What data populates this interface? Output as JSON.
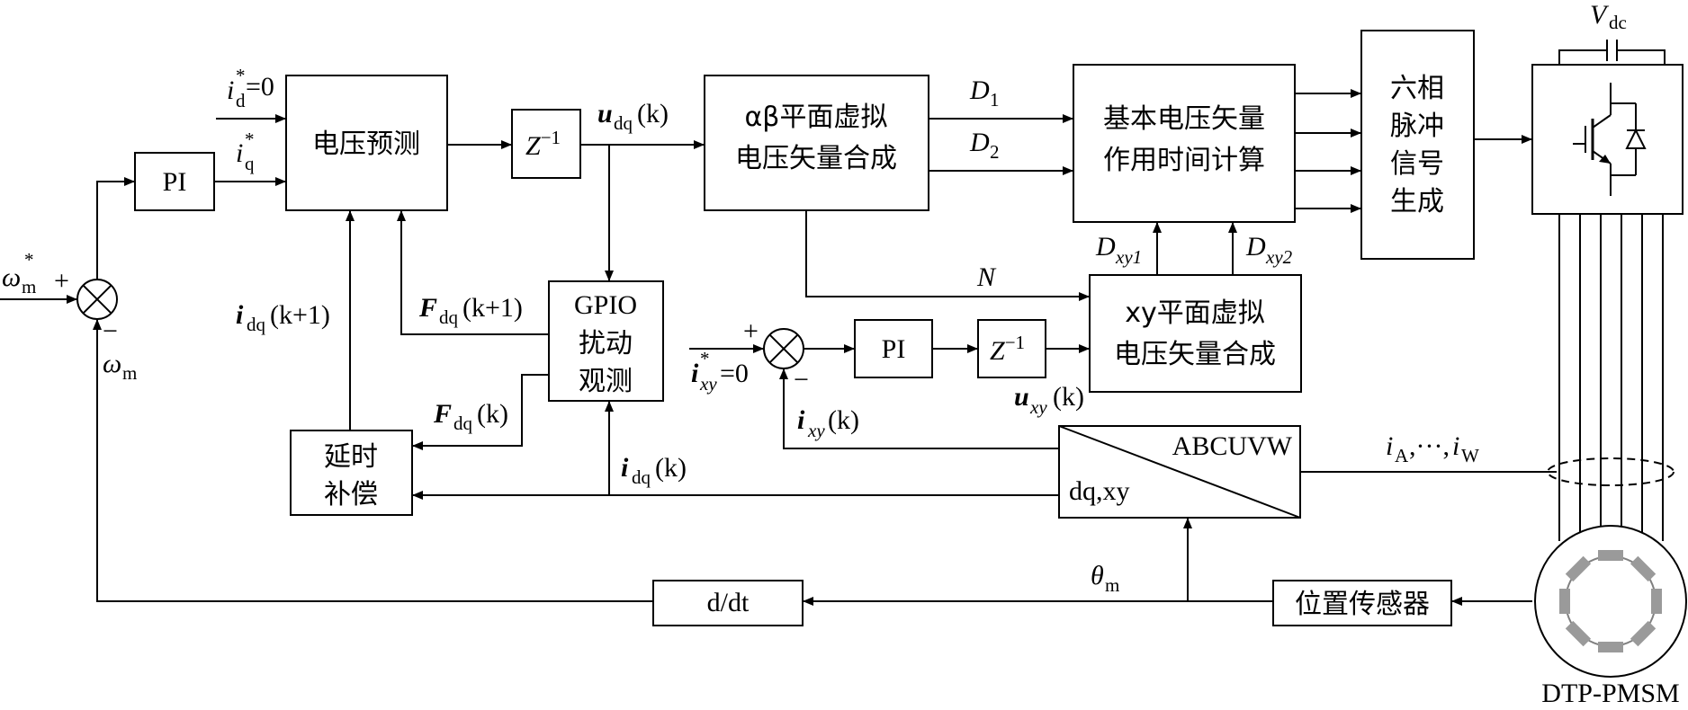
{
  "blocks": {
    "pi_speed": "PI",
    "voltage_prediction": "电压预测",
    "delay_z": "Z",
    "delay_z_exp": "−1",
    "ab_synthesis": [
      "αβ平面虚拟",
      "电压矢量合成"
    ],
    "base_time_calc": [
      "基本电压矢量",
      "作用时间计算"
    ],
    "pulse_gen": [
      "六相",
      "脉冲",
      "信号",
      "生成"
    ],
    "gpio": [
      "GPIO",
      "扰动",
      "观测"
    ],
    "delay_comp": [
      "延时",
      "补偿"
    ],
    "pi_xy": "PI",
    "delay_z_xy": "Z",
    "delay_z_xy_exp": "−1",
    "xy_synthesis": [
      "xy平面虚拟",
      "电压矢量合成"
    ],
    "transform_top": "ABCUVW",
    "transform_bottom": "dq,xy",
    "derivative": "d/dt",
    "position_sensor": "位置传感器",
    "motor": "DTP-PMSM",
    "dc_source": "V",
    "dc_source_sub": "dc"
  },
  "signals": {
    "omega_ref": "ω",
    "omega_ref_sub": "m",
    "omega_ref_sup": "*",
    "omega_fb": "ω",
    "omega_fb_sub": "m",
    "plus": "+",
    "minus": "−",
    "id_ref": "i",
    "id_ref_sub": "d",
    "id_ref_sup": "*",
    "id_ref_val": "=0",
    "iq_ref": "i",
    "iq_ref_sub": "q",
    "iq_ref_sup": "*",
    "udq": "u",
    "udq_sub": "dq",
    "udq_arg": "(k)",
    "D1": "D",
    "D1_sub": "1",
    "D2": "D",
    "D2_sub": "2",
    "N": "N",
    "Dxy1": "D",
    "Dxy1_sub": "xy1",
    "Dxy2": "D",
    "Dxy2_sub": "xy2",
    "idq_k1": "i",
    "idq_k1_sub": "dq",
    "idq_k1_arg": "(k+1)",
    "Fdq_k1": "F",
    "Fdq_k1_sub": "dq",
    "Fdq_k1_arg": "(k+1)",
    "Fdq_k": "F",
    "Fdq_k_sub": "dq",
    "Fdq_k_arg": "(k)",
    "idq_k": "i",
    "idq_k_sub": "dq",
    "idq_k_arg": "(k)",
    "ixy_ref": "i",
    "ixy_ref_sub": "xy",
    "ixy_ref_sup": "*",
    "ixy_ref_val": "=0",
    "ixy_k": "i",
    "ixy_k_sub": "xy",
    "ixy_k_arg": "(k)",
    "uxy_k": "u",
    "uxy_k_sub": "xy",
    "uxy_k_arg": "(k)",
    "phase_currents": "i",
    "phase_A": "A",
    "phase_sep": ",···,",
    "phase_W": "W",
    "theta": "θ",
    "theta_sub": "m"
  }
}
